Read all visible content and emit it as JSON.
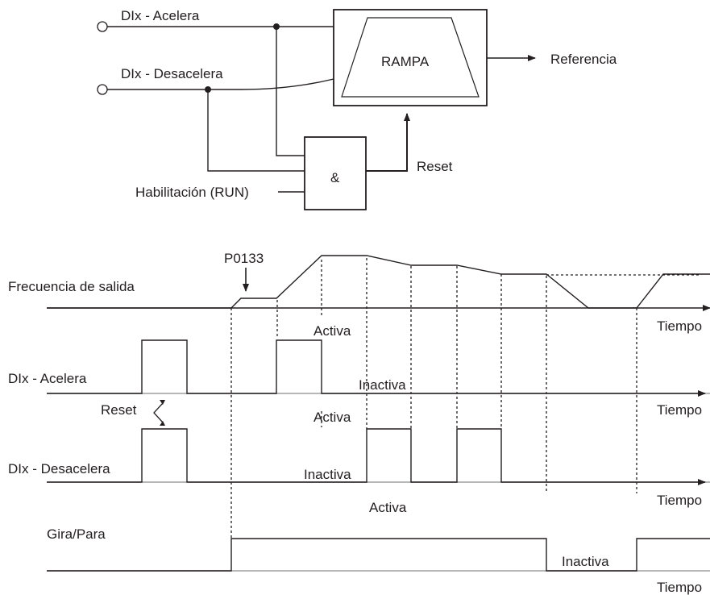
{
  "block": {
    "input_accel": "DIx - Acelera",
    "input_decel": "DIx - Desacelera",
    "input_run": "Habilitación (RUN)",
    "ramp": "RAMPA",
    "and_gate": "&",
    "reset": "Reset",
    "output": "Referencia"
  },
  "timing": {
    "param": "P0133",
    "freq_label": "Frecuencia de salida",
    "accel_label": "DIx - Acelera",
    "decel_label": "DIx - Desacelera",
    "run_label": "Gira/Para",
    "reset_label": "Reset",
    "axis": "Tiempo",
    "active": "Activa",
    "inactive": "Inactiva"
  },
  "colors": {
    "line": "#231f20",
    "ground": "#9d9fa2"
  }
}
